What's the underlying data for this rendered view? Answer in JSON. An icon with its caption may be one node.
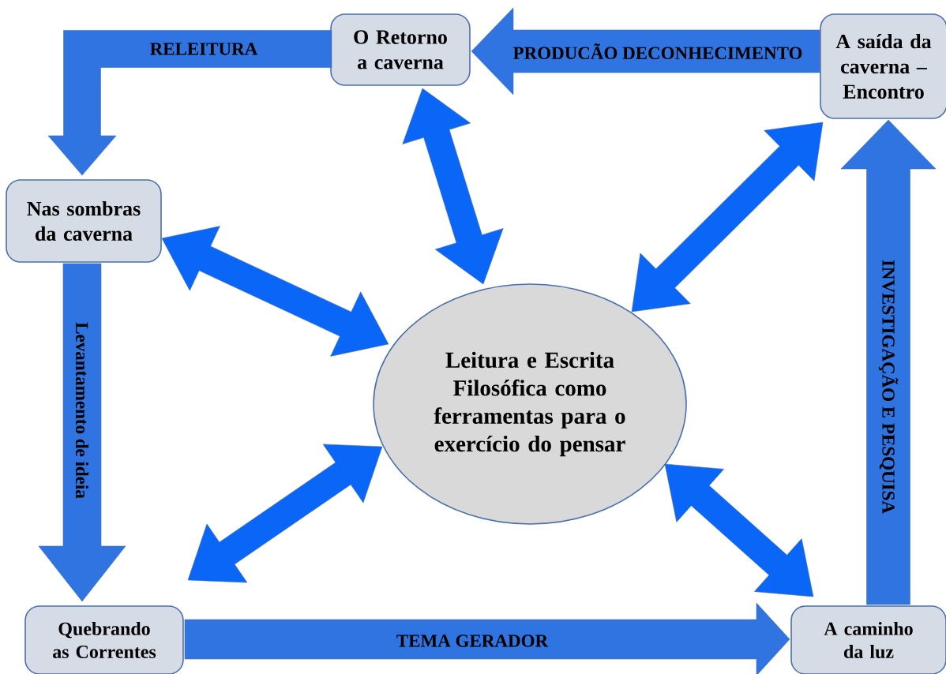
{
  "diagram": {
    "nodes": [
      {
        "text": [
          "O Retorno a caverna"
        ]
      },
      {
        "text": [
          "A saída da caverna – Encontro"
        ]
      },
      {
        "text": [
          "Nas sombras da caverna"
        ]
      },
      {
        "text": [
          "Leitura e Escrita Filosófica como ferramentas para o exercício do pensar"
        ]
      },
      {
        "text": [
          "Quebrando as Correntes"
        ]
      },
      {
        "text": [
          "A caminho da luz"
        ]
      }
    ],
    "edges": [
      {
        "from": 0,
        "to": 2,
        "arrow": "to",
        "label": "RELEITURA"
      },
      {
        "from": 1,
        "to": 0,
        "arrow": "to",
        "label": "PRODUCÃO DECONHECIMENTO"
      },
      {
        "from": 2,
        "to": 4,
        "arrow": "to",
        "label": "Levantamento de ideia"
      },
      {
        "from": 4,
        "to": 5,
        "arrow": "to",
        "label": "TEMA GERADOR"
      },
      {
        "from": 5,
        "to": 1,
        "arrow": "to",
        "label": "INVESTIGAÇÃO E PESQUISA"
      },
      {
        "from": 3,
        "to": 0,
        "arrow": "both",
        "color": "#0a66f7"
      },
      {
        "from": 3,
        "to": 1,
        "arrow": "both",
        "color": "#0a66f7"
      },
      {
        "from": 3,
        "to": 2,
        "arrow": "both",
        "color": "#0a66f7"
      },
      {
        "from": 3,
        "to": 4,
        "arrow": "both",
        "color": "#0a66f7"
      },
      {
        "from": 3,
        "to": 5,
        "arrow": "both",
        "color": "#0a66f7"
      }
    ]
  }
}
